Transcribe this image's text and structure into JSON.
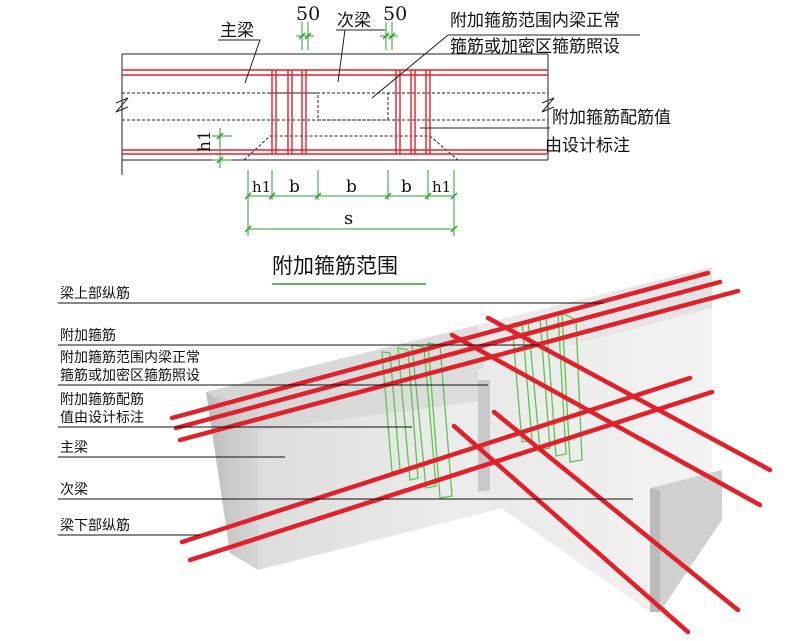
{
  "top_section": {
    "label_main_beam": "主梁",
    "label_secondary_beam": "次梁",
    "dim_left_50": "50",
    "dim_right_50": "50",
    "note_inner_line1": "附加箍筋范围内梁正常",
    "note_inner_line2": "箍筋或加密区箍筋照设",
    "note_value_line1": "附加箍筋配筋值",
    "note_value_line2": "由设计标注",
    "dim_h1_vertical": "h1",
    "dim_h1_left": "h1",
    "dim_b_1": "b",
    "dim_b_2": "b",
    "dim_b_3": "b",
    "dim_h1_right": "h1",
    "dim_s": "s",
    "caption": "附加箍筋范围"
  },
  "bottom_section": {
    "callouts": [
      {
        "text": "梁上部纵筋"
      },
      {
        "text": "附加箍筋"
      },
      {
        "text": "附加箍筋范围内梁正常"
      },
      {
        "text": "箍筋或加密区箍筋照设"
      },
      {
        "text": "附加箍筋配筋"
      },
      {
        "text": "值由设计标注"
      },
      {
        "text": "主梁"
      },
      {
        "text": "次梁"
      },
      {
        "text": "梁下部纵筋"
      }
    ]
  },
  "colors": {
    "rebar": "#e2202a",
    "rebar_dark": "#b5121b",
    "stirrup": "#5cc64c",
    "dimension": "#2aa12a",
    "concrete_front": "#e4e4e4",
    "concrete_side": "#cfcfcf"
  }
}
